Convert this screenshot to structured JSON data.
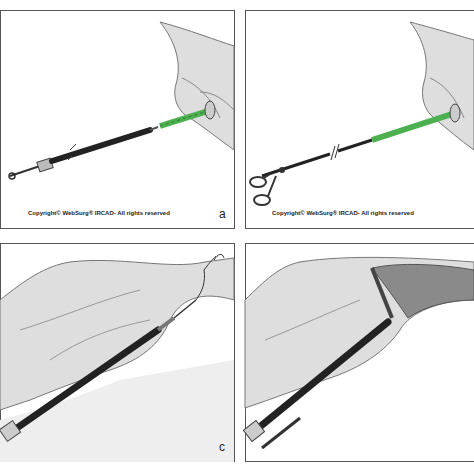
{
  "diagram": {
    "labels": [
      "Copyright© WebSurg® IRCAD- All rights reserved",
      "Copyright© WebSurg® IRCAD- All rights reserved",
      "a",
      "c"
    ]
  }
}
